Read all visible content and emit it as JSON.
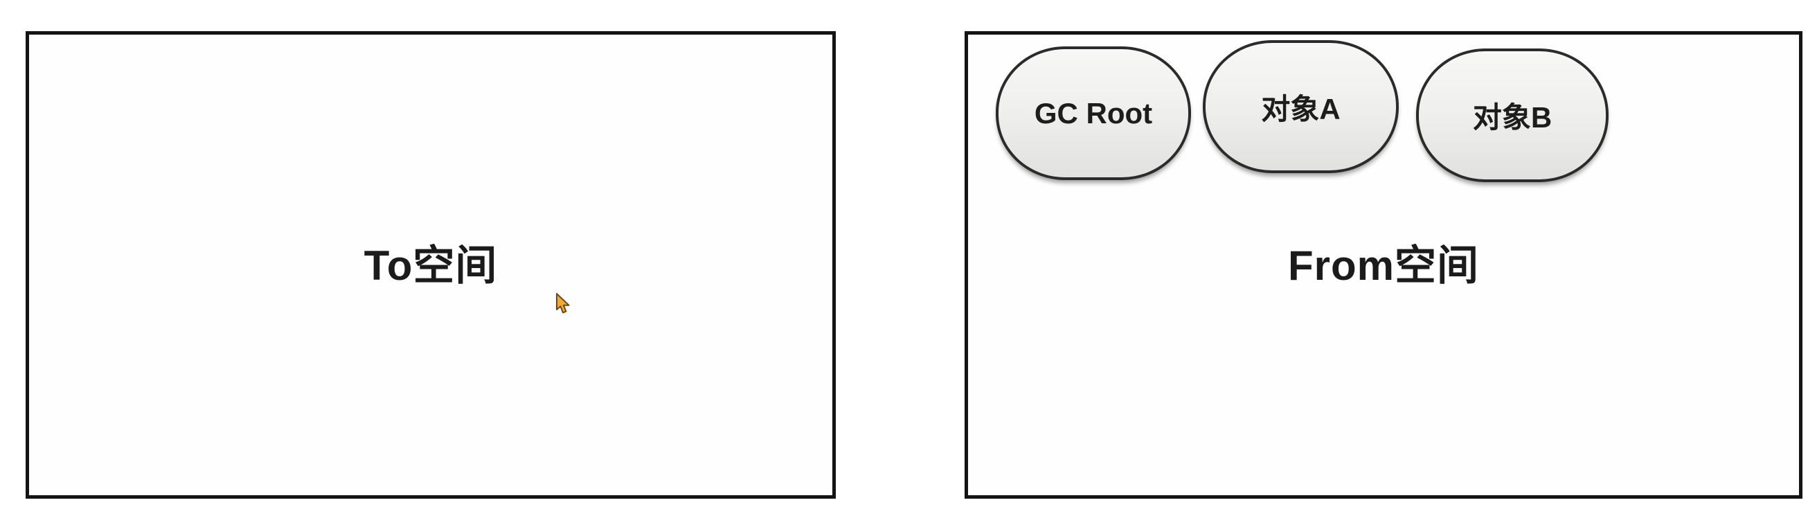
{
  "to_space": {
    "label": "To空间"
  },
  "from_space": {
    "label": "From空间",
    "nodes": [
      {
        "label": "GC Root"
      },
      {
        "label": "对象A"
      },
      {
        "label": "对象B"
      }
    ]
  },
  "cursor": {
    "type": "arrow-pointer"
  },
  "colors": {
    "background": "#ffffff",
    "box_border": "#141414",
    "node_border": "#2b2b2b",
    "node_fill_top": "#f7f7f6",
    "node_fill_bottom": "#e1e1df",
    "text": "#1b1b1b",
    "cursor_fill": "#f6a832",
    "cursor_outline": "#6a4a12"
  }
}
